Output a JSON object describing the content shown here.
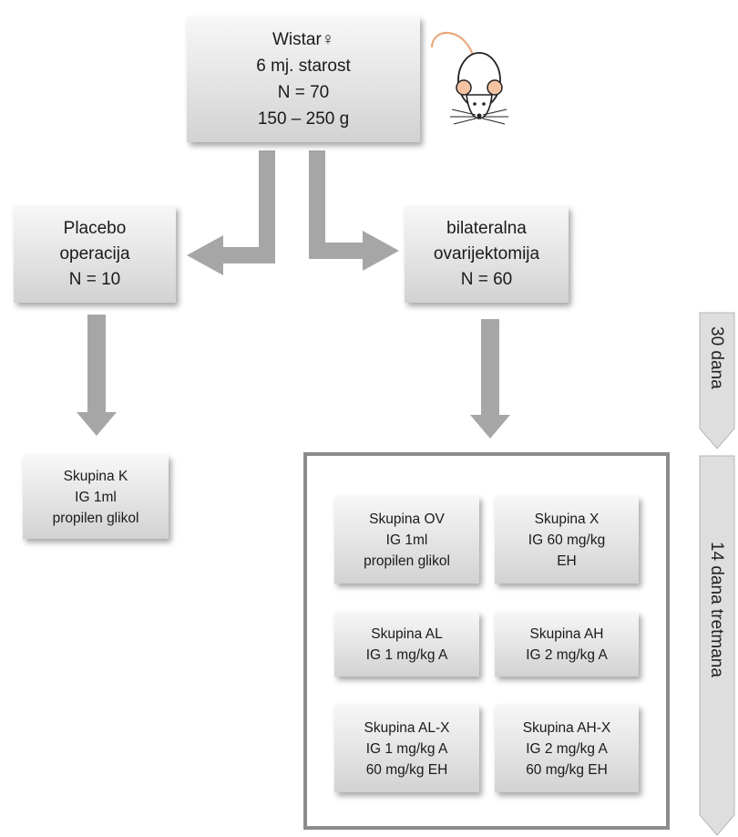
{
  "top_box": {
    "lines": [
      "Wistar♀",
      "6 mj. starost",
      "N = 70",
      "150 – 250 g"
    ]
  },
  "mouse_icon": "mouse-icon",
  "placebo_box": {
    "lines": [
      "Placebo",
      "operacija",
      "N = 10"
    ]
  },
  "ovx_box": {
    "lines": [
      "bilateralna",
      "ovarijektomija",
      "N = 60"
    ]
  },
  "group_k": {
    "lines": [
      "Skupina K",
      "IG 1ml",
      "propilen glikol"
    ]
  },
  "groups": [
    {
      "lines": [
        "Skupina OV",
        "IG 1ml",
        "propilen glikol"
      ]
    },
    {
      "lines": [
        "Skupina X",
        "IG 60 mg/kg",
        "EH"
      ]
    },
    {
      "lines": [
        "Skupina AL",
        "IG 1 mg/kg A"
      ]
    },
    {
      "lines": [
        "Skupina AH",
        "IG 2 mg/kg A"
      ]
    },
    {
      "lines": [
        "Skupina AL-X",
        "IG 1 mg/kg A",
        "60 mg/kg EH"
      ]
    },
    {
      "lines": [
        "Skupina AH-X",
        "IG 2 mg/kg A",
        "60 mg/kg EH"
      ]
    }
  ],
  "timeline": {
    "phase1": "30 dana",
    "phase2": "14 dana tretmana"
  },
  "colors": {
    "arrow": "#a6a6a6",
    "box_light": "#f7f7f7",
    "box_dark": "#d2d2d2",
    "frame": "#8c8c8c"
  }
}
